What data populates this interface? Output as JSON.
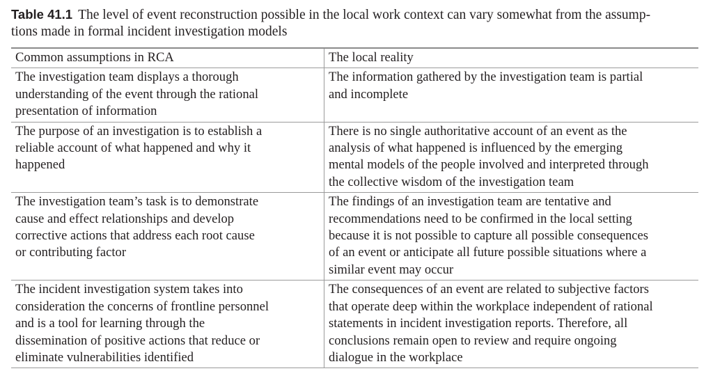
{
  "caption": {
    "label": "Table 41.1",
    "text": "The level of event reconstruction possible in the local work context can vary somewhat from the assump-\ntions made in formal incident investigation models"
  },
  "table": {
    "headers": [
      "Common assumptions in RCA",
      "The local reality"
    ],
    "rows": [
      [
        "The investigation team displays a thorough\nunderstanding of the event through the rational\npresentation of information",
        "The information gathered by the investigation team is partial\nand incomplete"
      ],
      [
        "The purpose of an investigation is to establish a\nreliable account of what happened and why it\nhappened",
        "There is no single authoritative account of an event as the\nanalysis of what happened is influenced by the emerging\nmental models of the people involved and interpreted through\nthe collective wisdom of the investigation team"
      ],
      [
        "The investigation team’s task is to demonstrate\ncause and effect relationships and develop\ncorrective actions that address each root cause\nor contributing factor",
        "The findings of an investigation team are tentative and\nrecommendations need to be confirmed in the local setting\nbecause it is not possible to capture all possible consequences\nof an event or anticipate all future possible situations where a\nsimilar event may occur"
      ],
      [
        "The incident investigation system takes into\nconsideration the concerns of frontline personnel\nand is a tool for learning through the\ndissemination of positive actions that reduce or\neliminate vulnerabilities identified",
        "The consequences of an event are related to subjective factors\nthat operate deep within the workplace independent of rational\nstatements in incident investigation reports. Therefore, all\nconclusions remain open to review and require ongoing\ndialogue in the workplace"
      ]
    ]
  }
}
